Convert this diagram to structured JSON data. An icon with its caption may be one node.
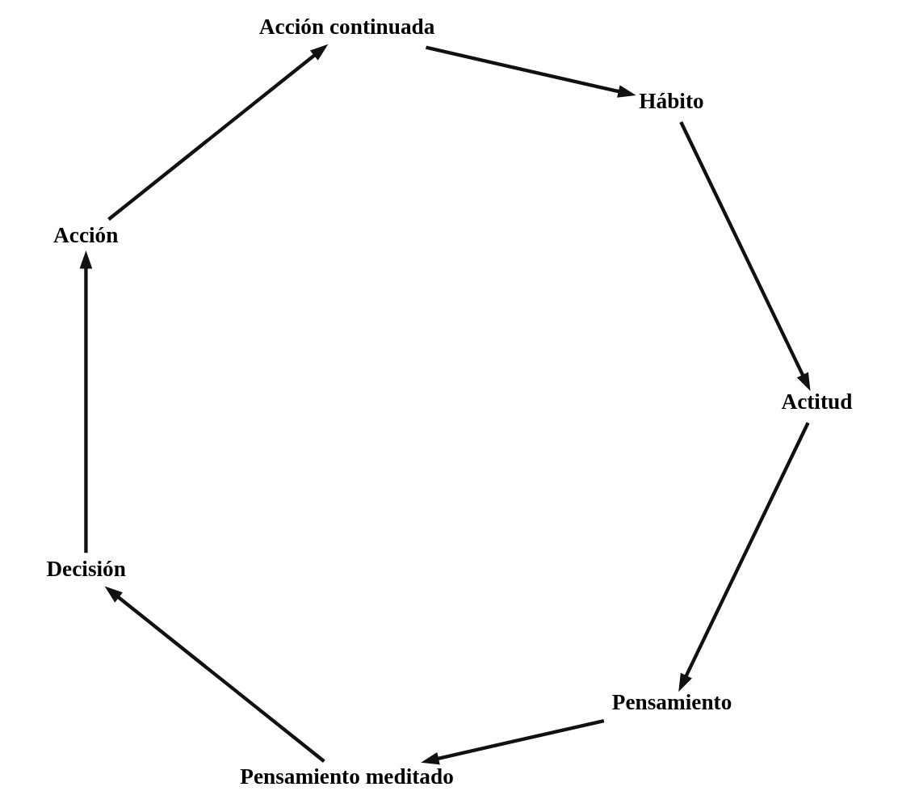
{
  "diagram": {
    "nodes": [
      {
        "text": [
          "Pensamiento"
        ]
      },
      {
        "text": [
          "Pensamiento meditado"
        ]
      },
      {
        "text": [
          "Decisión"
        ]
      },
      {
        "text": [
          "Acción"
        ]
      },
      {
        "text": [
          "Acción continuada"
        ]
      },
      {
        "text": [
          "Hábito"
        ]
      },
      {
        "text": [
          "Actitud"
        ]
      }
    ],
    "edges": [
      {
        "from": 0,
        "to": 1,
        "arrow": "to"
      },
      {
        "from": 1,
        "to": 2,
        "arrow": "to"
      },
      {
        "from": 2,
        "to": 3,
        "arrow": "to"
      },
      {
        "from": 3,
        "to": 4,
        "arrow": "to"
      },
      {
        "from": 4,
        "to": 5,
        "arrow": "to"
      },
      {
        "from": 5,
        "to": 6,
        "arrow": "to"
      },
      {
        "from": 6,
        "to": 0,
        "arrow": "to"
      }
    ]
  }
}
